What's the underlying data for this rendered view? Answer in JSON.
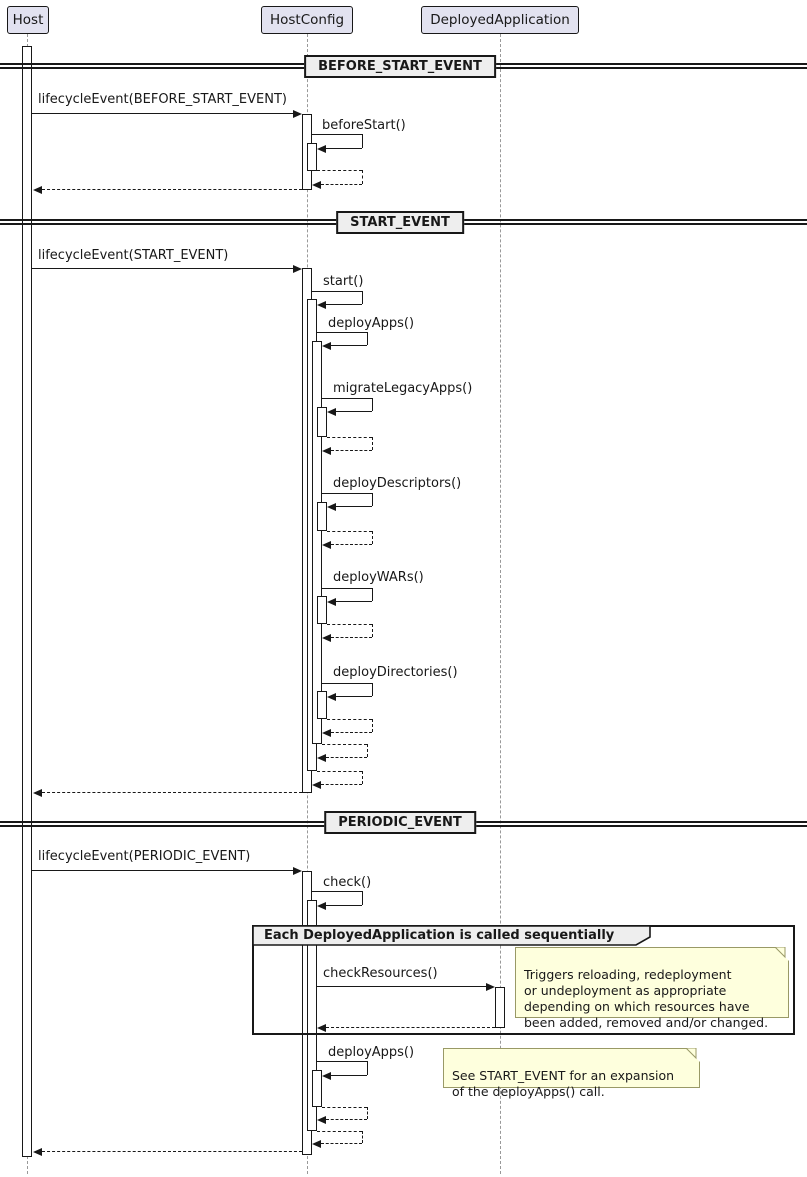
{
  "diagram": {
    "participants": [
      {
        "id": "host",
        "label": "Host"
      },
      {
        "id": "hostconfig",
        "label": "HostConfig"
      },
      {
        "id": "deployedapplication",
        "label": "DeployedApplication"
      }
    ],
    "dividers": [
      {
        "label": "BEFORE_START_EVENT"
      },
      {
        "label": "START_EVENT"
      },
      {
        "label": "PERIODIC_EVENT"
      }
    ],
    "messages": {
      "m1": "lifecycleEvent(BEFORE_START_EVENT)",
      "m2": "beforeStart()",
      "m3": "lifecycleEvent(START_EVENT)",
      "m4": "start()",
      "m5": "deployApps()",
      "m6": "migrateLegacyApps()",
      "m7": "deployDescriptors()",
      "m8": "deployWARs()",
      "m9": "deployDirectories()",
      "m10": "lifecycleEvent(PERIODIC_EVENT)",
      "m11": "check()",
      "m12": "checkResources()",
      "m13": "deployApps()"
    },
    "group": {
      "label": "Each DeployedApplication is called sequentially"
    },
    "notes": {
      "note1": "Triggers reloading, redeployment\nor undeployment as appropriate\ndepending on which resources have\nbeen added, removed and/or changed.",
      "note2": "See START_EVENT for an expansion\nof the deployApps() call."
    },
    "colors": {
      "participant_fill": "#E2E2F0",
      "participant_border": "#181818",
      "divider_fill": "#EEEEEE",
      "note_fill": "#FEFFDD",
      "note_border": "#999966",
      "line": "#181818"
    }
  }
}
